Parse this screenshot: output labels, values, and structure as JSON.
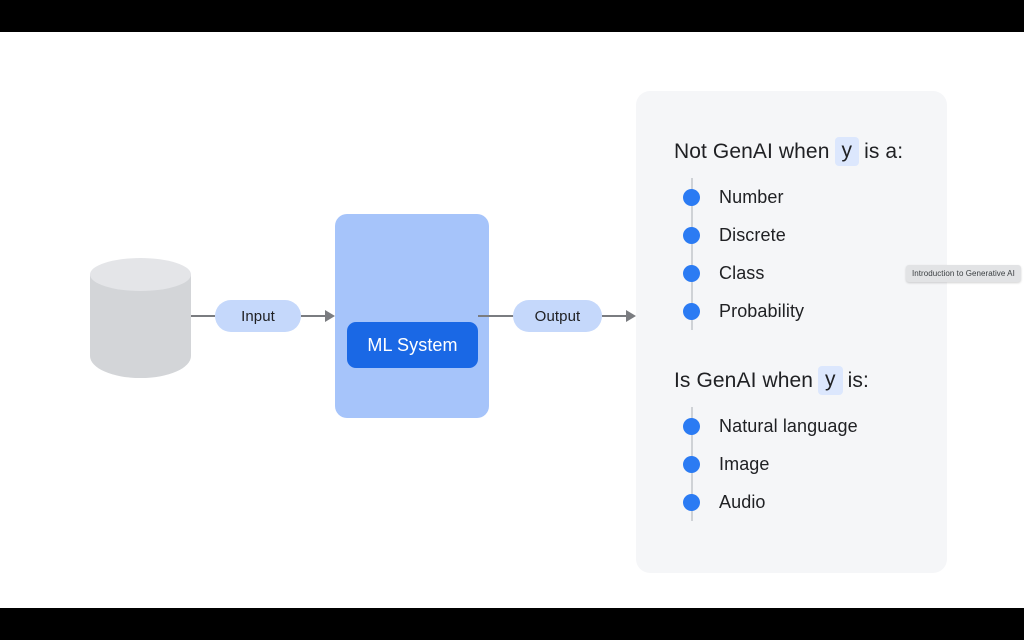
{
  "slide": {
    "diagram": {
      "datastore": {
        "name": "data-store-cylinder"
      },
      "input_pill": "Input",
      "ml_panel_label": "ML System",
      "output_pill": "Output"
    },
    "panel": {
      "sections": [
        {
          "heading_before": "Not GenAI when",
          "variable": "y",
          "heading_after": "is a:",
          "items": [
            "Number",
            "Discrete",
            "Class",
            "Probability"
          ]
        },
        {
          "heading_before": "Is GenAI when",
          "variable": "y",
          "heading_after": "is:",
          "items": [
            "Natural language",
            "Image",
            "Audio"
          ]
        }
      ]
    },
    "tooltip": "Introduction to Generative AI"
  },
  "colors": {
    "accent_blue": "#2b7bf3",
    "ml_button_blue": "#1a68e5",
    "ml_panel_blue": "#a6c4fa",
    "pill_blue": "#c5d8fb",
    "chip_blue": "#dce7fd",
    "panel_bg": "#f5f6f8",
    "cylinder_body": "#d3d5d8",
    "cylinder_top": "#e4e5e8",
    "connector_gray": "#7a7c80"
  }
}
